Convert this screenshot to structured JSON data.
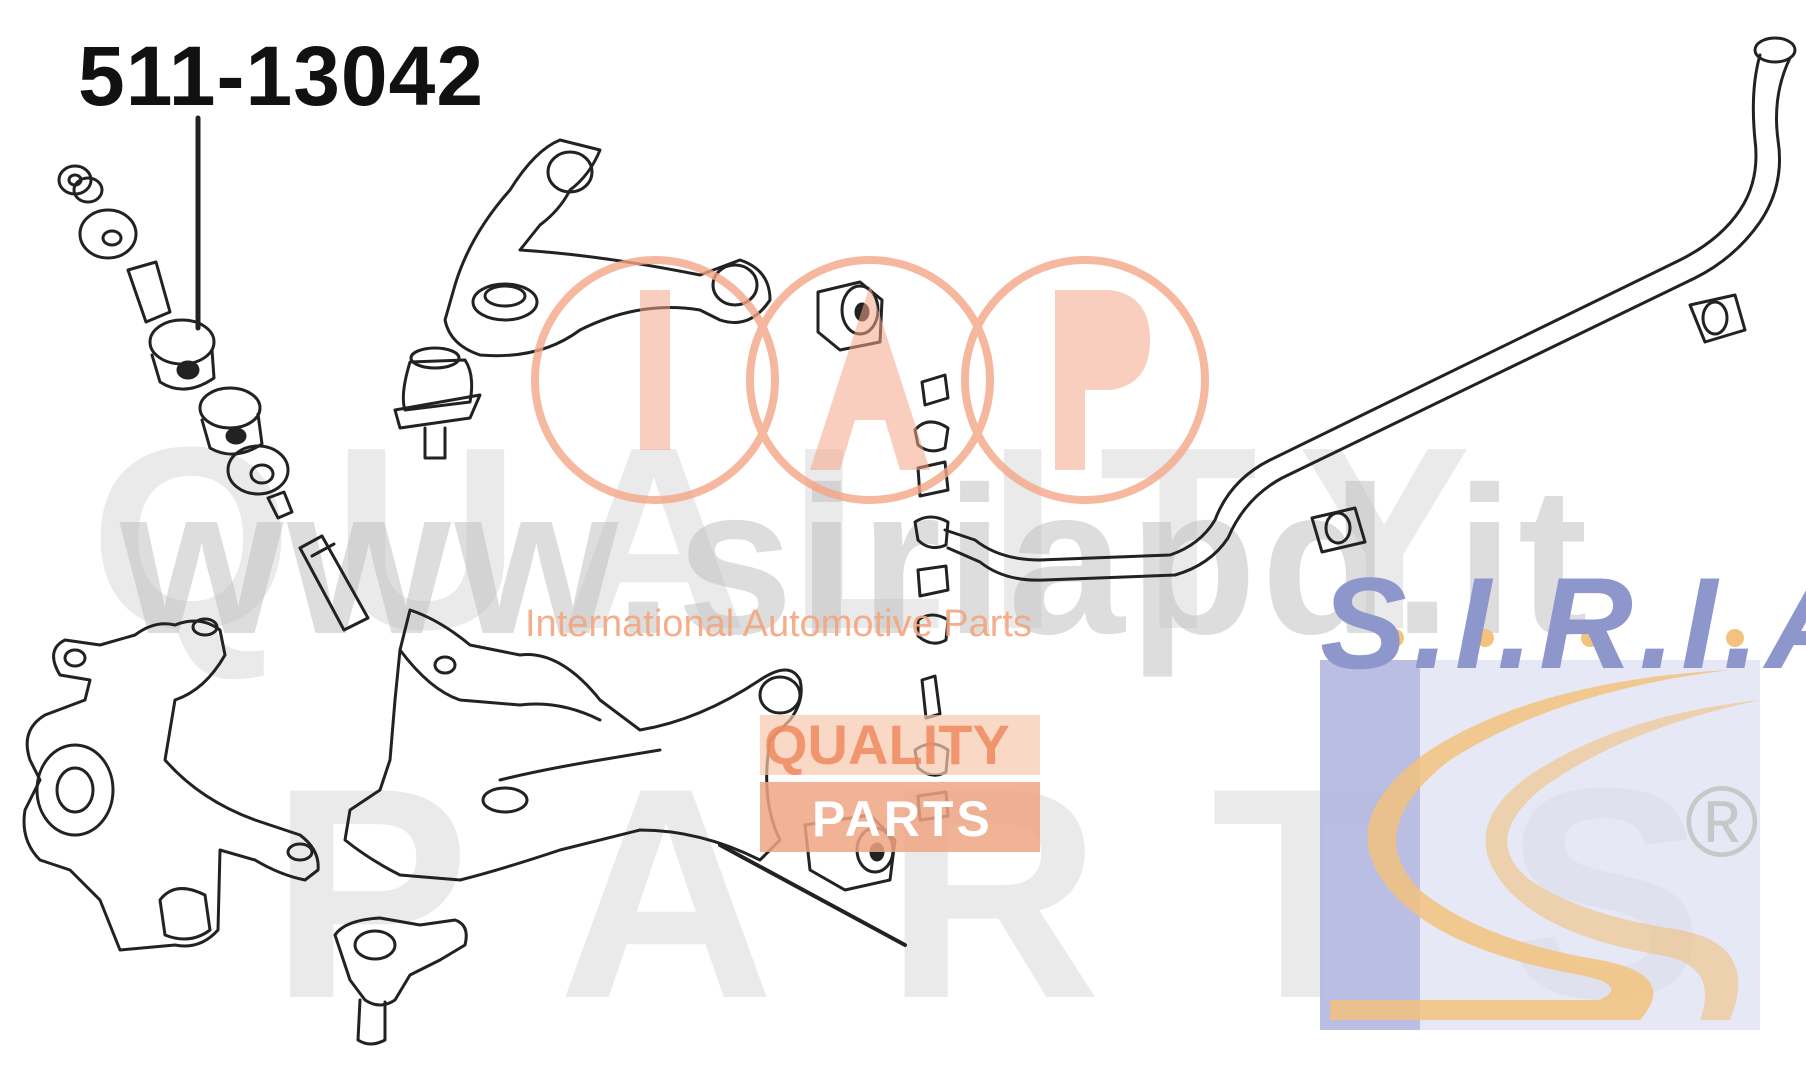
{
  "diagram": {
    "part_number": "511-13042",
    "watermark": {
      "brand_url": "www.siriapd.it",
      "word_quality": "QUALITY",
      "word_parts": "PARTS",
      "iap_tagline": "International Automotive Parts",
      "quality_badge_top": "QUALITY",
      "quality_badge_bottom": "PARTS",
      "siria_logo_text": "S.I.R.I.A",
      "registered_mark": "®"
    },
    "colors": {
      "line_art": "#222222",
      "iap_logo": "#f5a688",
      "siria_blue": "#8e97cc",
      "siria_gold": "#f2c27e",
      "watermark_gray": "#d9d9d9"
    }
  }
}
